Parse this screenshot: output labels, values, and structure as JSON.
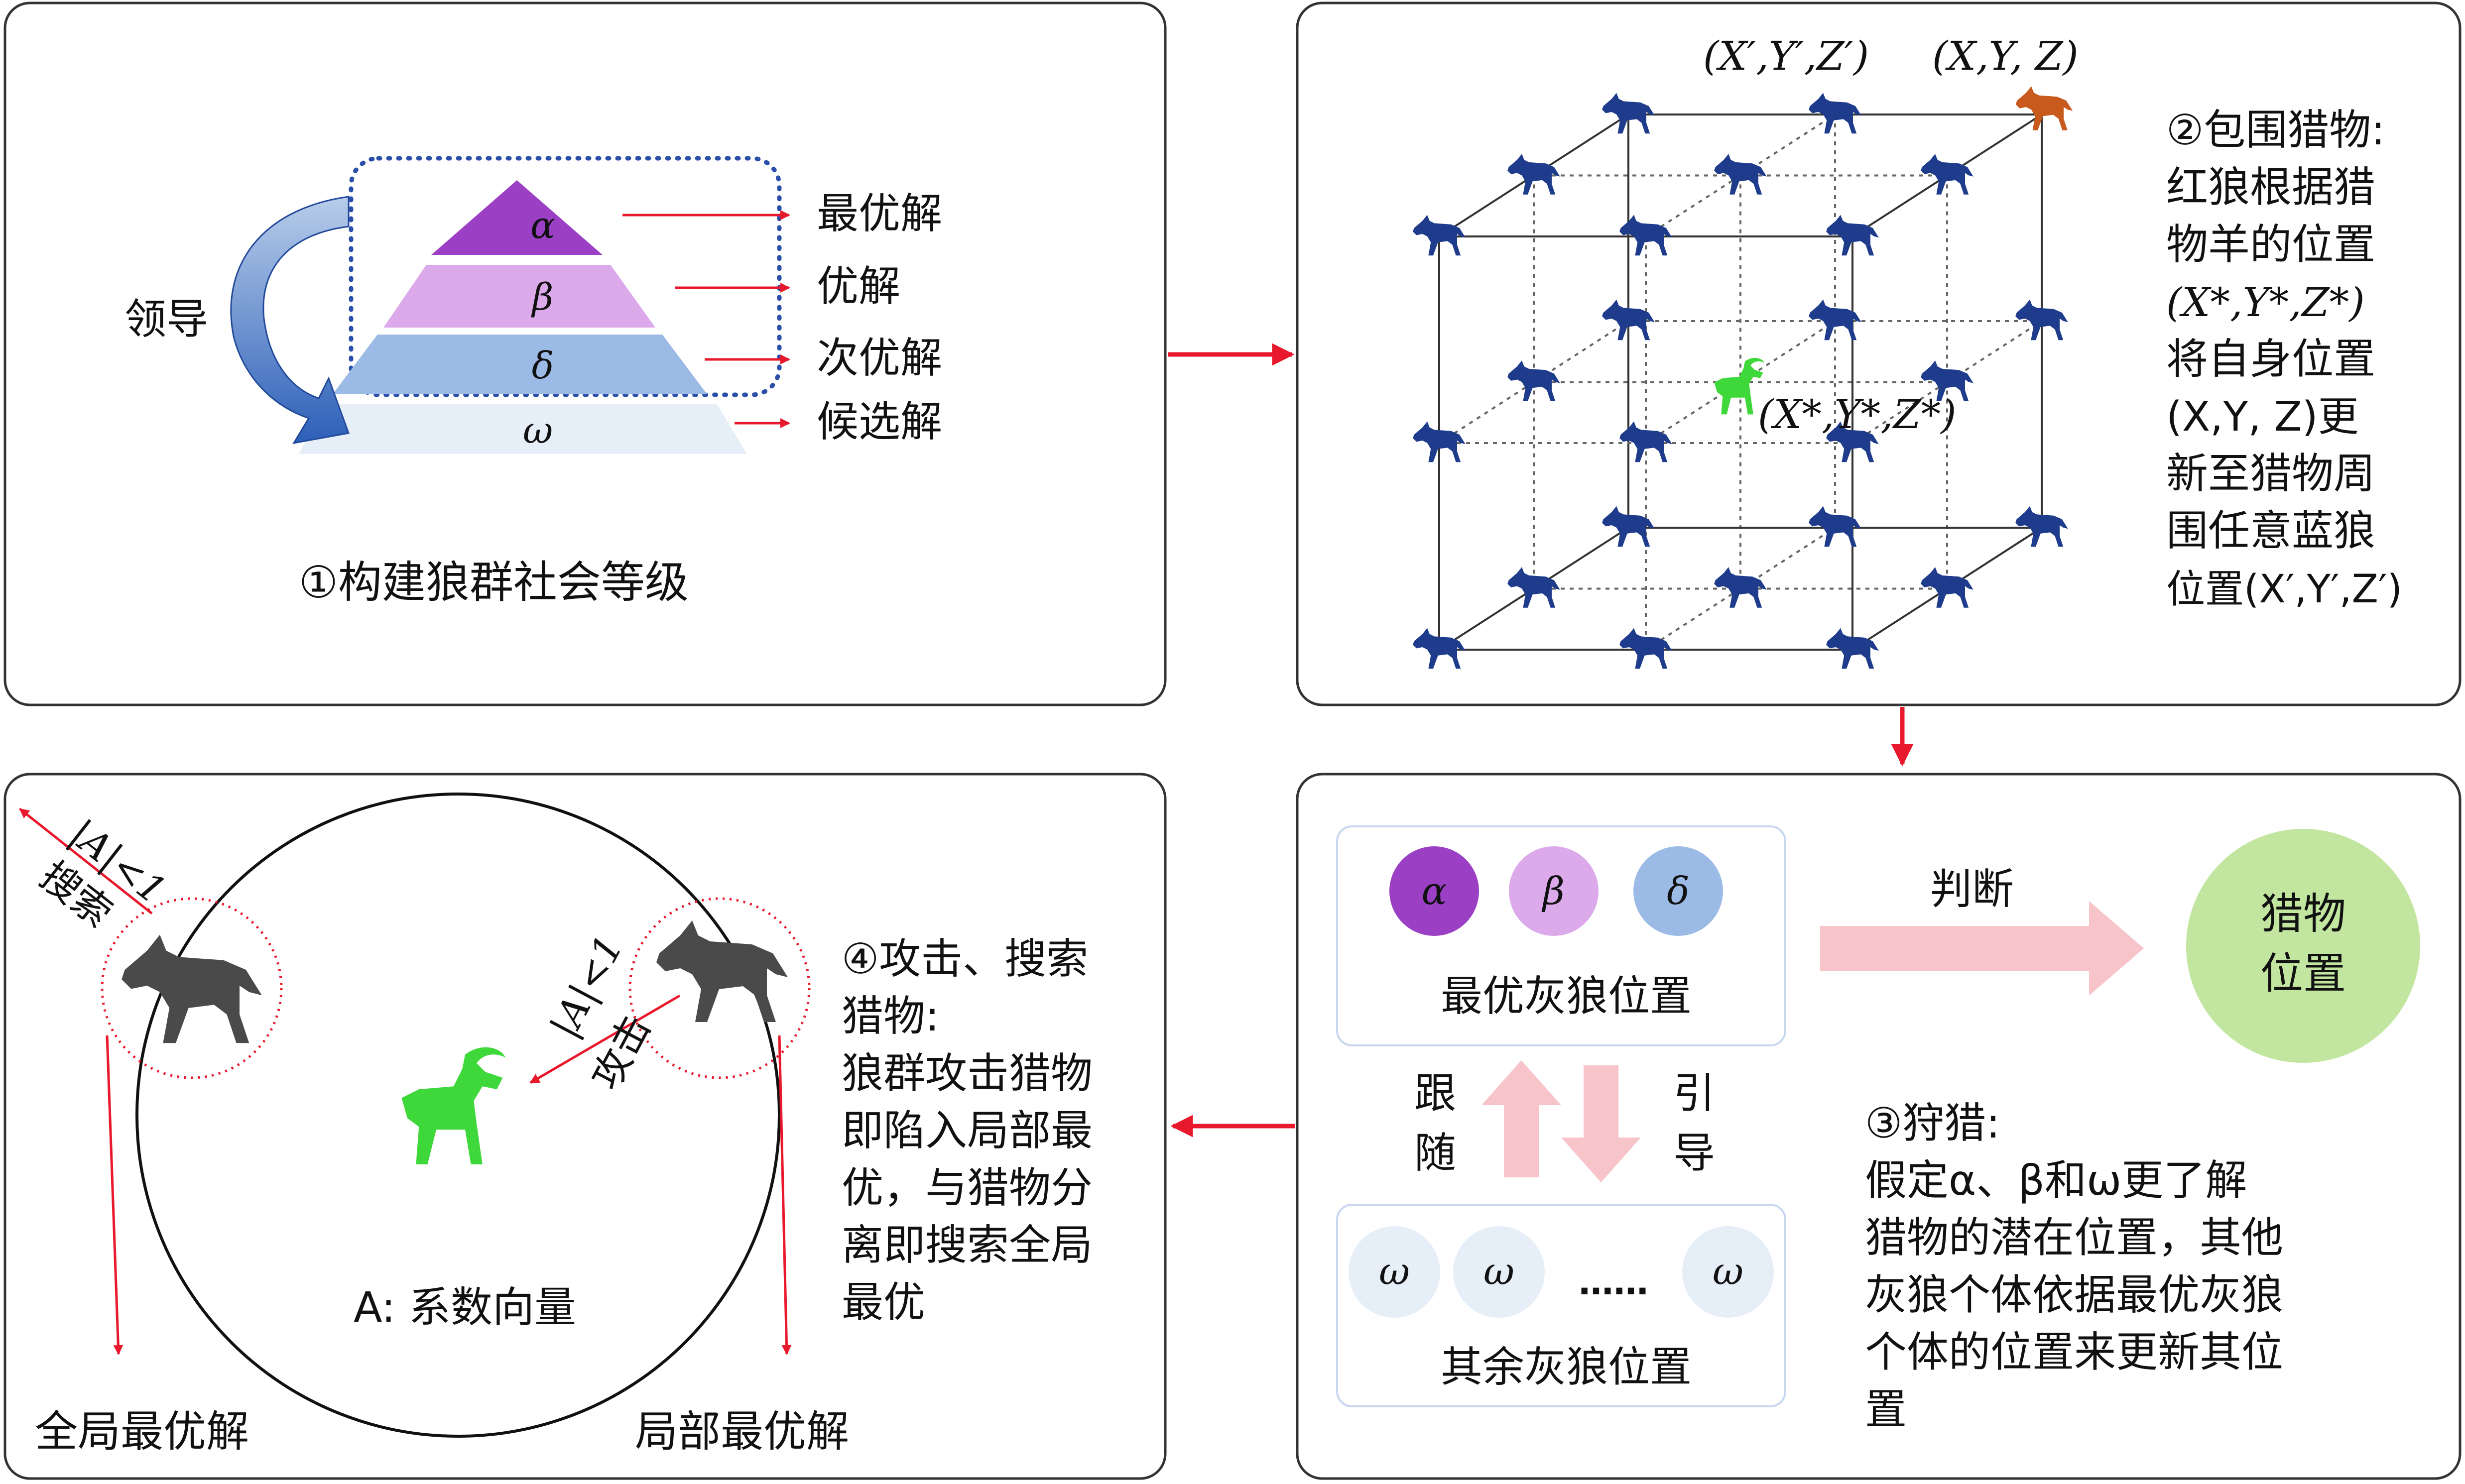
{
  "colors": {
    "arrow_red": "#e8192c",
    "panel_border": "#333333",
    "alpha_fill": "#9b3fc4",
    "beta_fill": "#dcaaea",
    "delta_fill": "#9bbae6",
    "omega_fill": "#e6eef8",
    "pink_arrow": "#f6c4c9",
    "prey_circle": "#c2e6a0",
    "wolf_blue": "#1f3c8c",
    "wolf_orange": "#c85a1e",
    "goat_green": "#3fd83a",
    "dark_wolf": "#4a4a4a"
  },
  "panel1": {
    "greek": {
      "alpha": "α",
      "beta": "β",
      "delta": "δ",
      "omega": "ω"
    },
    "labels": [
      "最优解",
      "优解",
      "次优解",
      "候选解"
    ],
    "lead": "领导",
    "caption": "①构建狼群社会等级"
  },
  "panel2": {
    "coord_top_left": "(X′,Y′,Z′)",
    "coord_top_right": "(X,Y, Z)",
    "coord_prey": "(X*,Y*,Z*)",
    "text_lines": [
      "②包围猎物:",
      "红狼根据猎",
      "物羊的位置",
      "(X*,Y*,Z*)",
      "将自身位置",
      "(X,Y, Z)更",
      "新至猎物周",
      "围任意蓝狼",
      "位置(X′,Y′,Z′)"
    ]
  },
  "panel3": {
    "greek": {
      "alpha": "α",
      "beta": "β",
      "delta": "δ",
      "omega": "ω"
    },
    "best_label": "最优灰狼位置",
    "rest_label": "其余灰狼位置",
    "dots": "……",
    "judge": "判断",
    "prey_line1": "猎物",
    "prey_line2": "位置",
    "follow": [
      "跟",
      "随"
    ],
    "guide": [
      "引",
      "导"
    ],
    "text_lines": [
      "③狩猎:",
      "假定α、β和ω更了解",
      "猎物的潜在位置，其他",
      "灰狼个体依据最优灰狼",
      "个体的位置来更新其位",
      "置"
    ]
  },
  "panel4": {
    "search_cond": "|A|<1",
    "search_label": "搜索",
    "attack_cond": "|A|<1",
    "attack_label": "攻击",
    "coef_label": "A: 系数向量",
    "global_label": "全局最优解",
    "local_label": "局部最优解",
    "text_lines": [
      "④攻击、搜索",
      "猎物:",
      "狼群攻击猎物",
      "即陷入局部最",
      "优，与猎物分",
      "离即搜索全局",
      "最优"
    ]
  }
}
